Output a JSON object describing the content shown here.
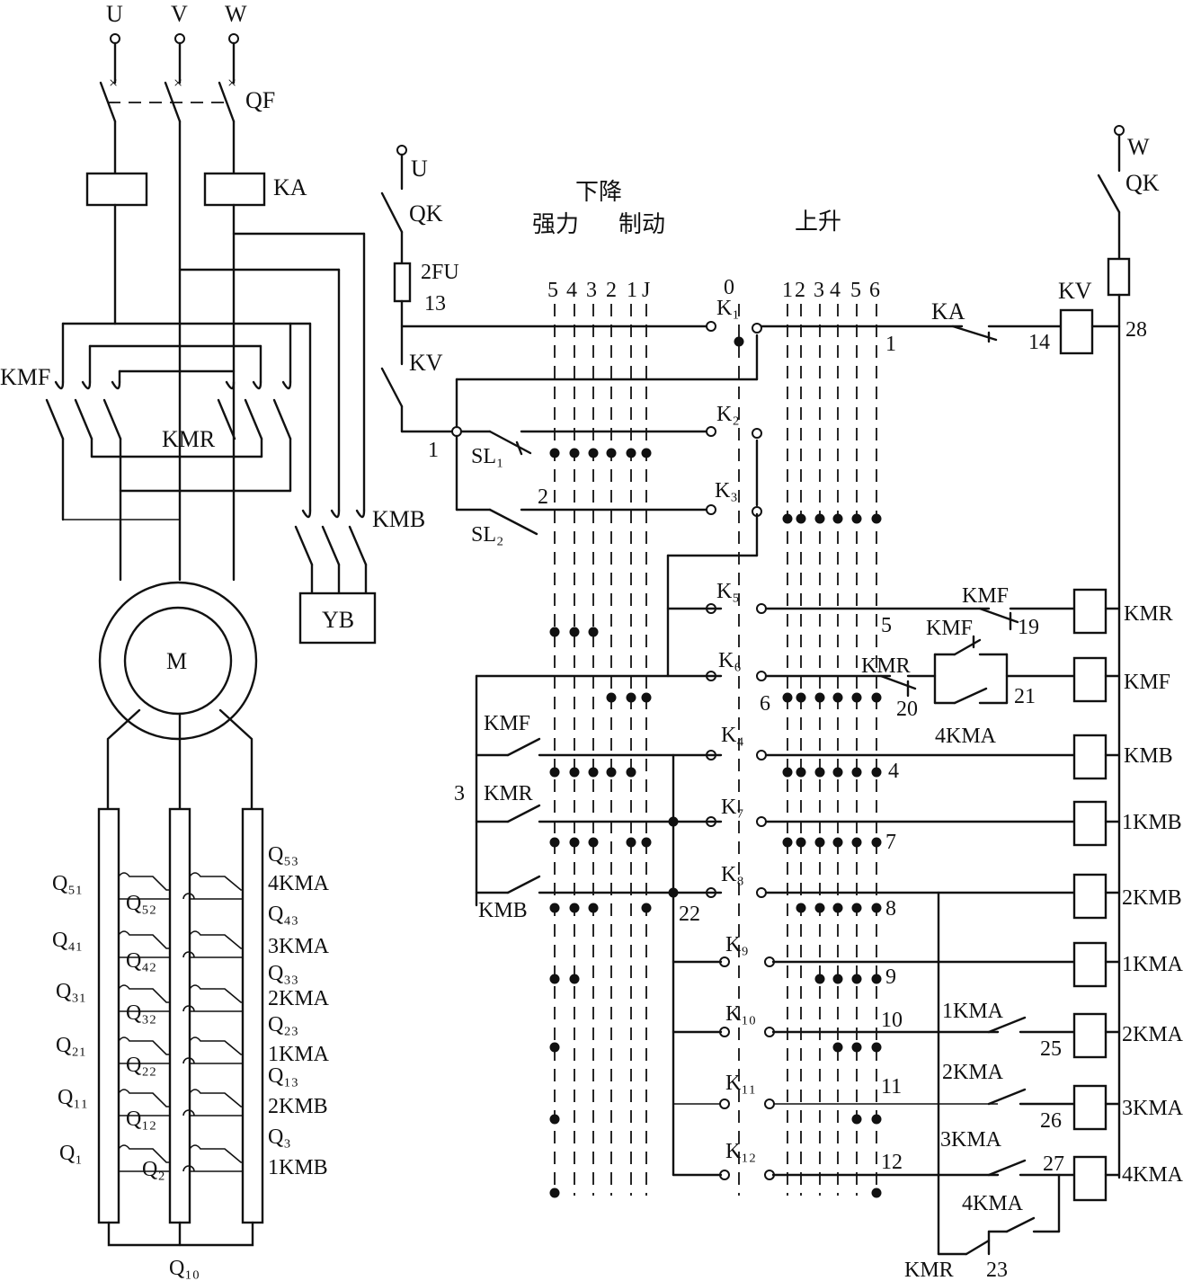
{
  "labels": {
    "u1": "U",
    "v1": "V",
    "w1": "W",
    "qf": "QF",
    "ka_main": "KA",
    "kmf_main": "KMF",
    "kmr_main": "KMR",
    "kmb_main": "KMB",
    "yb": "YB",
    "m": "M",
    "u2": "U",
    "qk_l": "QK",
    "fu2": "2FU",
    "n13": "13",
    "kv_c": "KV",
    "n1": "1",
    "sl1": "SL₁",
    "sl2": "SL₂",
    "n2": "2",
    "xj": "下降",
    "ql": "强力",
    "zd": "制动",
    "ss": "上升",
    "d5": "5",
    "d4": "4",
    "d3": "3",
    "d2": "2",
    "d1": "1",
    "dJ": "J",
    "d0": "0",
    "u1p": "1",
    "u2p": "2",
    "u3p": "3",
    "u4p": "4",
    "u5p": "5",
    "u6p": "6",
    "k1": "K₁",
    "k2": "K₂",
    "k3": "K₃",
    "k5": "K₅",
    "k6": "K₆",
    "k4": "K₄",
    "k7": "K₇",
    "k8": "K₈",
    "k9": "K₉",
    "k10": "K₁₀",
    "k11": "K₁₁",
    "k12": "K₁₂",
    "w2": "W",
    "qk_r": "QK",
    "kv_coil": "KV",
    "n28": "28",
    "ka_r": "KA",
    "n14": "14",
    "r1": "1",
    "kmf19": "KMF",
    "n19": "19",
    "r5": "5",
    "kmf_top": "KMF",
    "kmr20": "KMR",
    "n20": "20",
    "n21": "21",
    "kma4b": "4KMA",
    "r6": "6",
    "kmf_l": "KMF",
    "kmr_l": "KMR",
    "kmb_l": "KMB",
    "n3": "3",
    "n22": "22",
    "r4": "4",
    "r7": "7",
    "r8": "8",
    "r9": "9",
    "r10": "10",
    "r11": "11",
    "r12": "12",
    "kma1c": "1KMA",
    "n25": "25",
    "kma2c": "2KMA",
    "n26": "26",
    "kma3c": "3KMA",
    "n27": "27",
    "kma4c": "4KMA",
    "kmr_b": "KMR",
    "n23": "23",
    "coil_kmr": "KMR",
    "coil_kmf": "KMF",
    "coil_kmb": "KMB",
    "coil_1kmb": "1KMB",
    "coil_2kmb": "2KMB",
    "coil_1kma": "1KMA",
    "coil_2kma": "2KMA",
    "coil_3kma": "3KMA",
    "coil_4kma": "4KMA",
    "q51": "Q₅₁",
    "q52": "Q₅₂",
    "q53": "Q₅₃",
    "kma4r": "4KMA",
    "q41": "Q₄₁",
    "q42": "Q₄₂",
    "q43": "Q₄₃",
    "kma3r": "3KMA",
    "q31": "Q₃₁",
    "q32": "Q₃₂",
    "q33": "Q₃₃",
    "kma2r": "2KMA",
    "q21": "Q₂₁",
    "q22": "Q₂₂",
    "q23": "Q₂₃",
    "kma1r": "1KMA",
    "q11": "Q₁₁",
    "q12": "Q₁₂",
    "q13": "Q₁₃",
    "kmb2r": "2KMB",
    "q1": "Q₁",
    "q2": "Q₂",
    "q3": "Q₃",
    "kmb1r": "1KMB",
    "q10": "Q₁₀"
  },
  "controller": {
    "positions": [
      "5",
      "4",
      "3",
      "2",
      "1",
      "J",
      "0",
      "1",
      "2",
      "3",
      "4",
      "5",
      "6"
    ],
    "contacts": [
      {
        "name": "K1",
        "closed": [
          "0"
        ]
      },
      {
        "name": "K2",
        "closed": [
          "D5",
          "D4",
          "D3",
          "D2",
          "D1",
          "DJ"
        ]
      },
      {
        "name": "K3",
        "closed": [
          "U1",
          "U2",
          "U3",
          "U4",
          "U5",
          "U6"
        ]
      },
      {
        "name": "K5",
        "closed": [
          "D5",
          "D4",
          "D3"
        ]
      },
      {
        "name": "K6",
        "closed": [
          "D2",
          "D1",
          "DJ",
          "U1",
          "U2",
          "U3",
          "U4",
          "U5",
          "U6"
        ]
      },
      {
        "name": "K4",
        "closed": [
          "D5",
          "D4",
          "D3",
          "D2",
          "D1",
          "U1",
          "U2",
          "U3",
          "U4",
          "U5",
          "U6"
        ]
      },
      {
        "name": "K7",
        "closed": [
          "D5",
          "D4",
          "D3",
          "D1",
          "DJ",
          "U1",
          "U2",
          "U3",
          "U4",
          "U5",
          "U6"
        ]
      },
      {
        "name": "K8",
        "closed": [
          "D5",
          "D4",
          "D3",
          "DJ",
          "U2",
          "U3",
          "U4",
          "U5",
          "U6"
        ]
      },
      {
        "name": "K9",
        "closed": [
          "D5",
          "D4",
          "U3",
          "U4",
          "U5",
          "U6"
        ]
      },
      {
        "name": "K10",
        "closed": [
          "D5",
          "U4",
          "U5",
          "U6"
        ]
      },
      {
        "name": "K11",
        "closed": [
          "D5",
          "U5",
          "U6"
        ]
      },
      {
        "name": "K12",
        "closed": [
          "D5",
          "U6"
        ]
      }
    ]
  }
}
